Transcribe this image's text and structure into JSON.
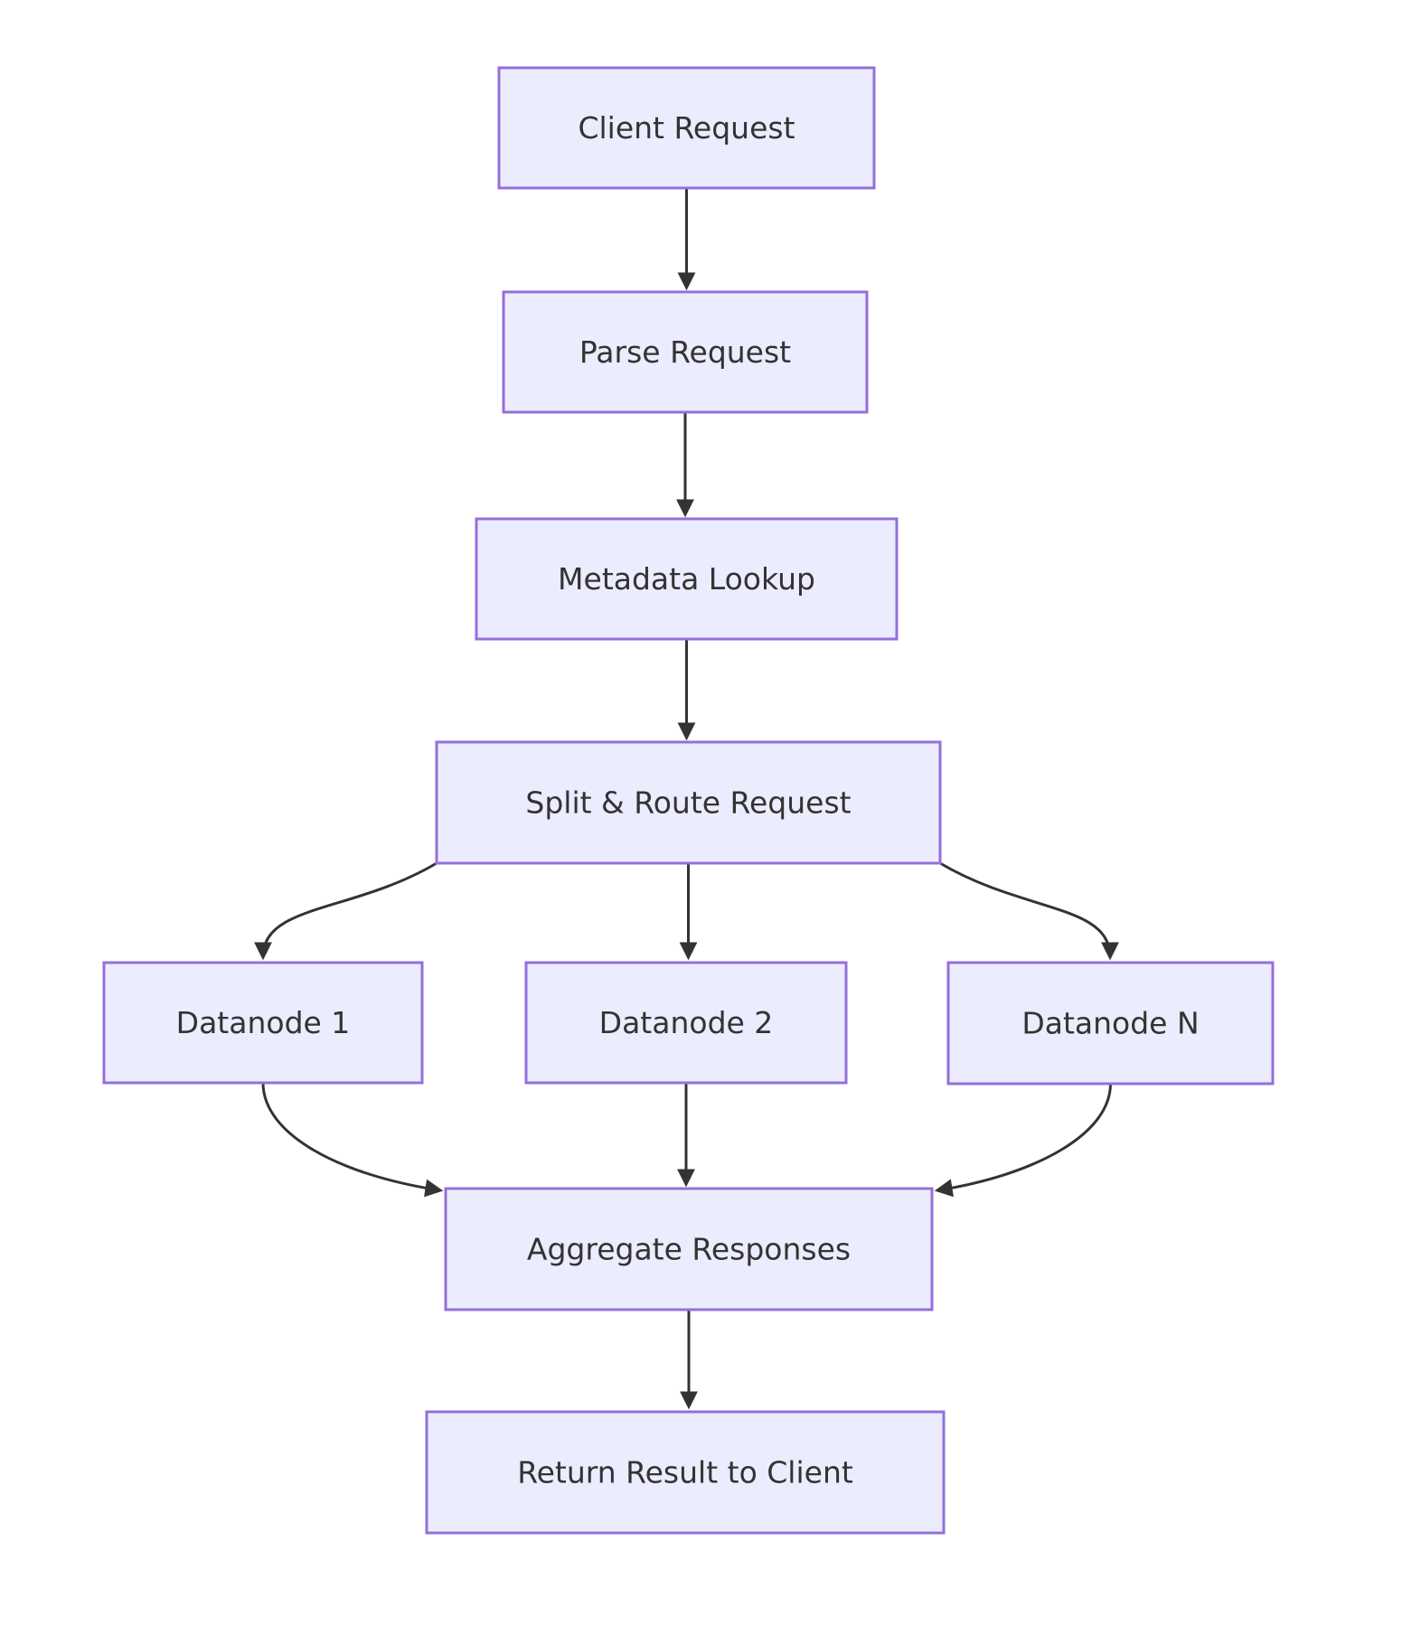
{
  "diagram": {
    "type": "flowchart",
    "direction": "top-down",
    "nodes": [
      {
        "id": "client",
        "label": "Client Request"
      },
      {
        "id": "parse",
        "label": "Parse Request"
      },
      {
        "id": "metadata",
        "label": "Metadata Lookup"
      },
      {
        "id": "split",
        "label": "Split & Route Request"
      },
      {
        "id": "datanode1",
        "label": "Datanode 1"
      },
      {
        "id": "datanode2",
        "label": "Datanode 2"
      },
      {
        "id": "datanodeN",
        "label": "Datanode N"
      },
      {
        "id": "aggregate",
        "label": "Aggregate Responses"
      },
      {
        "id": "return",
        "label": "Return Result to Client"
      }
    ],
    "edges": [
      {
        "from": "client",
        "to": "parse"
      },
      {
        "from": "parse",
        "to": "metadata"
      },
      {
        "from": "metadata",
        "to": "split"
      },
      {
        "from": "split",
        "to": "datanode1"
      },
      {
        "from": "split",
        "to": "datanode2"
      },
      {
        "from": "split",
        "to": "datanodeN"
      },
      {
        "from": "datanode1",
        "to": "aggregate"
      },
      {
        "from": "datanode2",
        "to": "aggregate"
      },
      {
        "from": "datanodeN",
        "to": "aggregate"
      },
      {
        "from": "aggregate",
        "to": "return"
      }
    ],
    "colors": {
      "node_fill": "#ECECFF",
      "node_border": "#9370DB",
      "edge": "#333333",
      "text": "#333333",
      "background": "#FFFFFF"
    }
  }
}
